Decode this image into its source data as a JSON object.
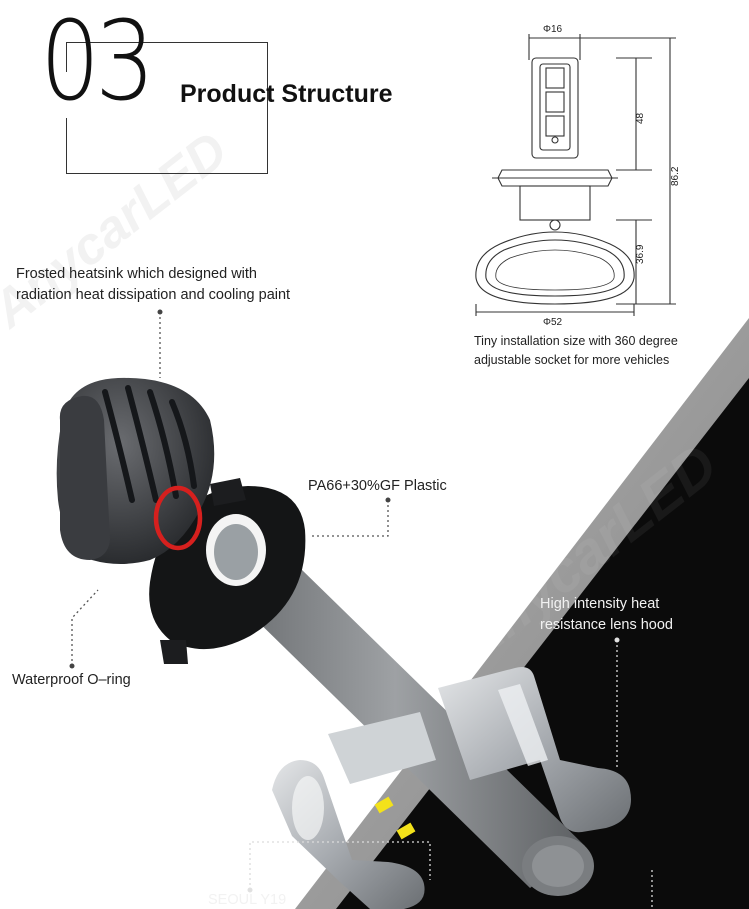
{
  "header": {
    "section_number": "03",
    "title": "Product Structure"
  },
  "dimension_drawing": {
    "top_diameter": "Φ16",
    "upper_height": "48",
    "total_height": "86.2",
    "lower_height": "36.9",
    "base_diameter": "Φ52",
    "caption_line1": "Tiny installation size with 360 degree",
    "caption_line2": "adjustable socket for more vehicles"
  },
  "callouts": {
    "heatsink_line1": "Frosted heatsink which designed with",
    "heatsink_line2": "radiation heat dissipation and cooling paint",
    "plastic": "PA66+30%GF Plastic",
    "oring": "Waterproof O–ring",
    "lens_line1": "High intensity heat",
    "lens_line2": "resistance lens hood",
    "chip": "SEOUL Y19"
  },
  "watermark": "AnycarLED",
  "colors": {
    "dark_panel": "#0b0b0b",
    "grey_band": "#9a9a9a",
    "oring_red": "#d6201e",
    "led_yellow": "#f3e21a"
  }
}
